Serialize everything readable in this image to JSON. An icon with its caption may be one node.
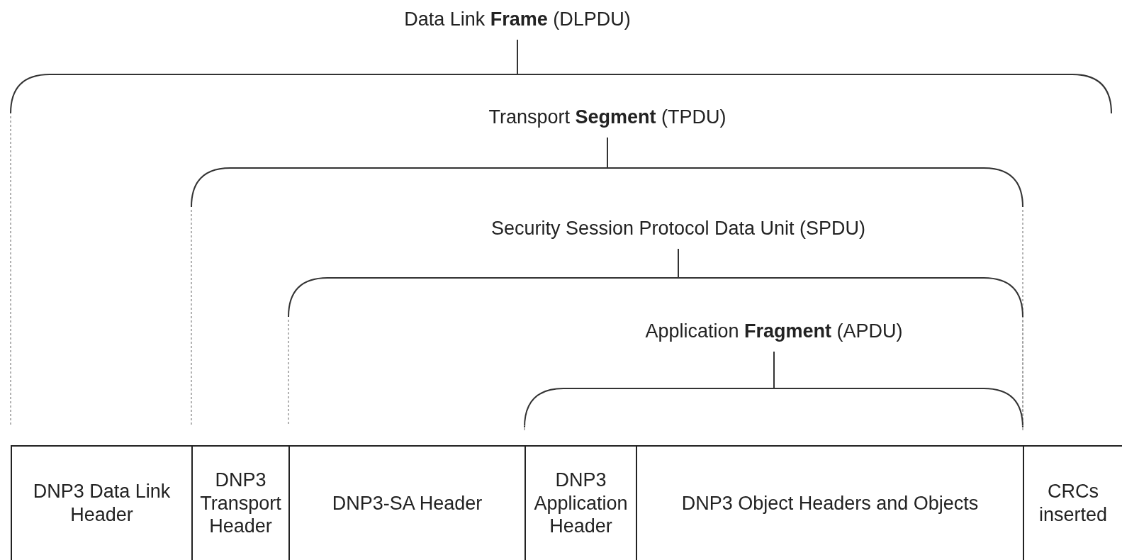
{
  "diagram": {
    "nodes": [
      {
        "text": [
          "DNP3 Data Link Header"
        ]
      },
      {
        "text": [
          "DNP3 Transport Header"
        ]
      },
      {
        "text": [
          "DNP3-SA Header"
        ]
      },
      {
        "text": [
          "DNP3 Application Header"
        ]
      },
      {
        "text": [
          "DNP3 Object Headers and Objects"
        ]
      },
      {
        "text": [
          "CRCs inserted"
        ]
      }
    ],
    "edges": [],
    "labels": [
      "Data Link **Frame** (DLPDU)",
      "Transport **Segment** (TPDU)",
      "Security Session Protocol Data Unit (SPDU)",
      "Application **Fragment** (APDU)"
    ]
  }
}
